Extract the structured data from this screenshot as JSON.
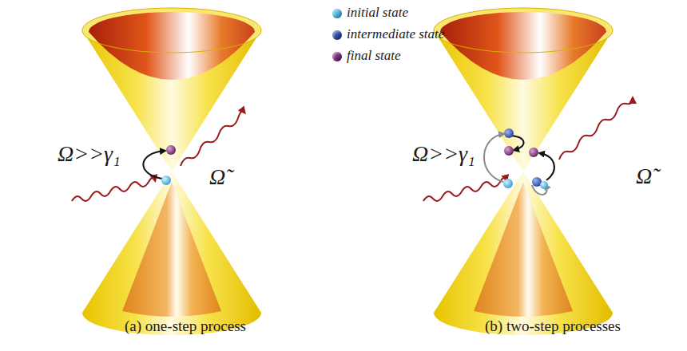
{
  "diagram": {
    "labels": [
      "Ω>>γ₁",
      "Ω̃",
      "(a) one-step process",
      "Ω>>γ₁",
      "Ω̃",
      "(b) two-step processes"
    ],
    "legend": [
      {
        "text": "initial state",
        "color": "#4fb6ea"
      },
      {
        "text": "intermediate state",
        "color": "#2d4aa8"
      },
      {
        "text": "final state",
        "color": "#7a2a78"
      }
    ]
  }
}
